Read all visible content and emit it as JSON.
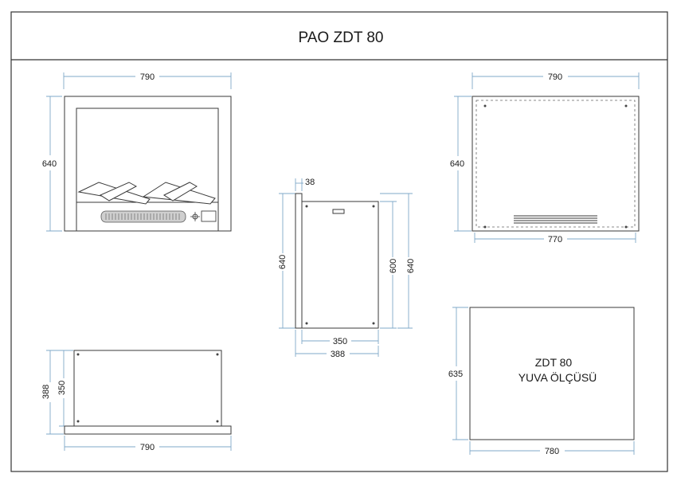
{
  "title": "PAO ZDT 80",
  "front_view": {
    "width_label": "790",
    "height_label": "640"
  },
  "back_view": {
    "top_label": "790",
    "height_label": "640",
    "bottom_label": "770"
  },
  "side_view": {
    "depth_top_label": "38",
    "height_left_label": "640",
    "inner_height_label": "600",
    "height_right_label": "640",
    "inner_depth_label": "350",
    "depth_label": "388"
  },
  "top_view": {
    "outer_depth_label": "388",
    "inner_depth_label": "350",
    "width_label": "790"
  },
  "niche": {
    "line1": "ZDT 80",
    "line2": "YUVA ÖLÇÜSÜ",
    "height_label": "635",
    "width_label": "780"
  },
  "colors": {
    "dimension_line": "#7fa9c9",
    "outline": "#333333"
  }
}
